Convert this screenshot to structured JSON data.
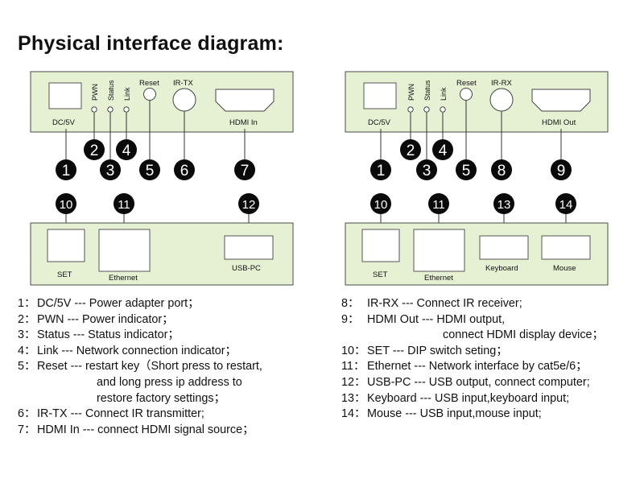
{
  "title": "Physical interface diagram:",
  "transmitter": {
    "top_labels": {
      "dc": "DC/5V",
      "pwn": "PWN",
      "status": "Status",
      "link": "Link",
      "reset": "Reset",
      "ir": "IR-TX",
      "hdmi": "HDMI In"
    },
    "callouts": [
      "1",
      "2",
      "3",
      "4",
      "5",
      "6",
      "7",
      "10",
      "11",
      "12"
    ],
    "bottom_labels": {
      "set": "SET",
      "ethernet": "Ethernet",
      "usb": "USB-PC"
    }
  },
  "receiver": {
    "top_labels": {
      "dc": "DC/5V",
      "pwn": "PWN",
      "status": "Status",
      "link": "Link",
      "reset": "Reset",
      "ir": "IR-RX",
      "hdmi": "HDMI Out"
    },
    "callouts": [
      "1",
      "2",
      "3",
      "4",
      "5",
      "8",
      "9",
      "10",
      "11",
      "13",
      "14"
    ],
    "bottom_labels": {
      "set": "SET",
      "ethernet": "Ethernet",
      "keyboard": "Keyboard",
      "mouse": "Mouse"
    }
  },
  "legend_left": [
    {
      "num": "1：",
      "text": "DC/5V --- Power adapter port；"
    },
    {
      "num": "2：",
      "text": "PWN --- Power indicator；"
    },
    {
      "num": "3：",
      "text": "Status --- Status indicator；"
    },
    {
      "num": "4：",
      "text": "Link --- Network connection indicator；"
    },
    {
      "num": "5：",
      "text": "Reset --- restart key（Short press to restart,"
    },
    {
      "num": "",
      "text": "and long press ip address to"
    },
    {
      "num": "",
      "text": "restore factory settings；"
    },
    {
      "num": "6：",
      "text": "IR-TX --- Connect IR transmitter;"
    },
    {
      "num": "7：",
      "text": "HDMI In --- connect HDMI signal source；"
    }
  ],
  "legend_right": [
    {
      "num": "8：",
      "text": "IR-RX --- Connect IR receiver;"
    },
    {
      "num": "9：",
      "text": "HDMI Out --- HDMI output,"
    },
    {
      "num": "",
      "text": "connect HDMI display device；"
    },
    {
      "num": "10：",
      "text": "SET --- DIP switch seting；"
    },
    {
      "num": "11：",
      "text": "Ethernet --- Network interface by cat5e/6；"
    },
    {
      "num": "12：",
      "text": "USB-PC --- USB output, connect computer;"
    },
    {
      "num": "13：",
      "text": "Keyboard --- USB input,keyboard input;"
    },
    {
      "num": "14：",
      "text": "Mouse --- USB input,mouse input;"
    }
  ],
  "colors": {
    "panel_fill": "#e6f1d3",
    "panel_stroke": "#4a4a4a",
    "callout_fill": "#0a0a0a",
    "callout_text": "#ffffff"
  }
}
